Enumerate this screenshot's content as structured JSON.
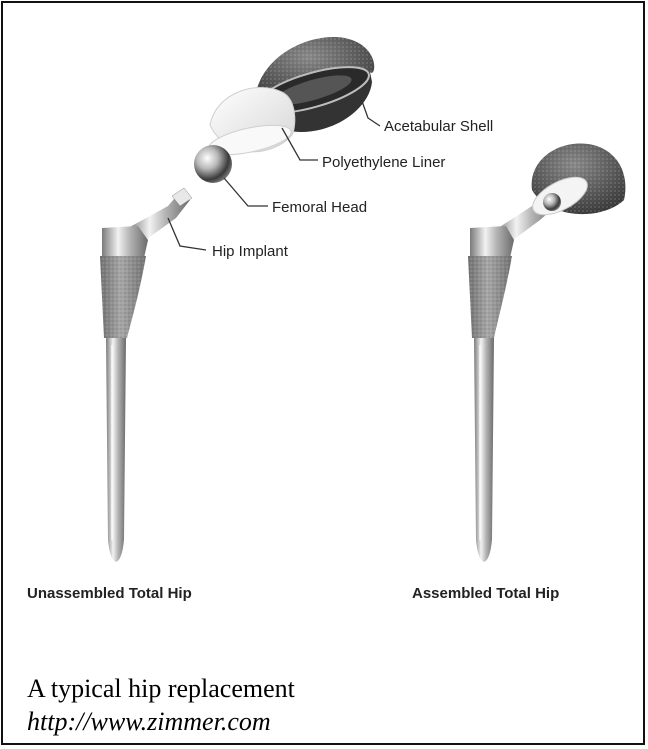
{
  "labels": {
    "acetabular_shell": "Acetabular Shell",
    "polyethylene_liner": "Polyethylene Liner",
    "femoral_head": "Femoral Head",
    "hip_implant": "Hip Implant",
    "unassembled": "Unassembled Total Hip",
    "assembled": "Assembled Total Hip"
  },
  "caption": {
    "title": "A typical hip replacement",
    "url": "http://www.zimmer.com"
  },
  "colors": {
    "porous_coating": "#8e8e8e",
    "metal": "#d9d9d9",
    "liner": "#f4f4f4",
    "shell": "#555555"
  }
}
